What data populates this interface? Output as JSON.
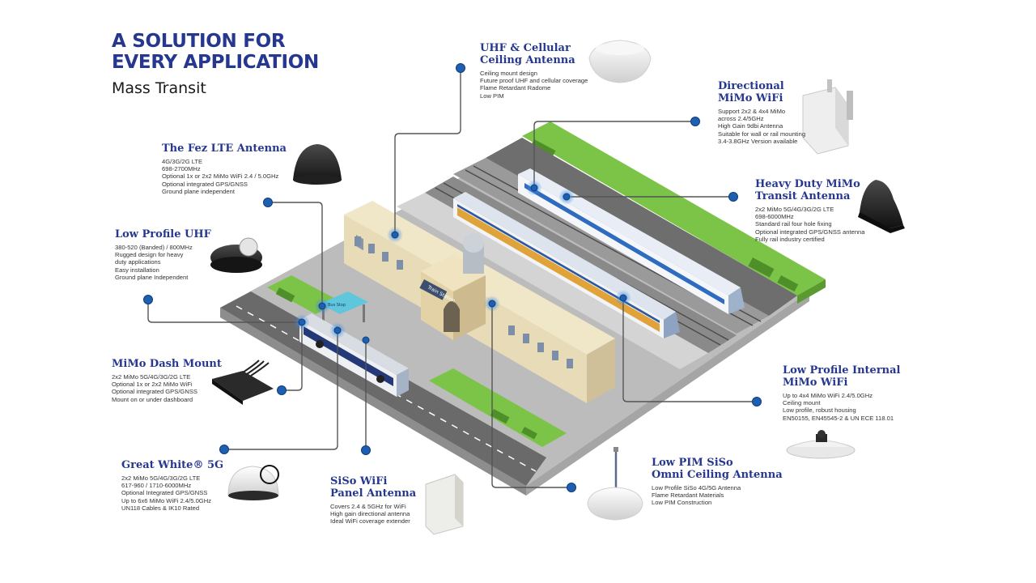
{
  "title_line1": "A SOLUTION FOR",
  "title_line2": "EVERY APPLICATION",
  "subtitle": "Mass Transit",
  "station_sign": "Train Station",
  "bus_sign": "Bus Stop",
  "colors": {
    "brand_blue": "#25378f",
    "dot_blue": "#1f5fb0",
    "grass": "#7cc447",
    "road": "#6e6e6e",
    "platform": "#c8c8c8",
    "building": "#e8dbb8"
  },
  "callouts": [
    {
      "id": "uhf-cellular-ceiling",
      "title": [
        "UHF & Cellular",
        "Ceiling Antenna"
      ],
      "specs": [
        "Ceiling mount design",
        "Future proof UHF and cellular coverage",
        "Flame Retardant Radome",
        "Low PIM"
      ]
    },
    {
      "id": "directional-mimo-wifi",
      "title": [
        "Directional",
        "MiMo WiFi"
      ],
      "specs": [
        "Support 2x2 & 4x4 MiMo",
        "across 2.4/5GHz",
        "High Gain 9dbi Antenna",
        "Suitable for wall or rail mounting",
        "3.4-3.8GHz Version available"
      ]
    },
    {
      "id": "fez-lte",
      "title": [
        "The Fez LTE Antenna"
      ],
      "specs": [
        "4G/3G/2G LTE",
        "698-2700MHz",
        "Optional 1x or 2x2 MiMo WiFi 2.4 / 5.0GHz",
        "Optional integrated GPS/GNSS",
        "Ground plane independent"
      ]
    },
    {
      "id": "heavy-duty-mimo-transit",
      "title": [
        "Heavy Duty MiMo",
        "Transit Antenna"
      ],
      "specs": [
        "2x2 MiMo 5G/4G/3G/2G LTE",
        "698-6000MHz",
        "Standard rail four hole fixing",
        "Optional integrated GPS/GNSS antenna",
        "Fully rail industry certified"
      ]
    },
    {
      "id": "low-profile-uhf",
      "title": [
        "Low Profile UHF"
      ],
      "specs": [
        "380-520 (Banded) / 800MHz",
        "Rugged design for heavy",
        "duty applications",
        "Easy installation",
        "Ground plane Independent"
      ]
    },
    {
      "id": "mimo-dash-mount",
      "title": [
        "MiMo Dash Mount"
      ],
      "specs": [
        "2x2 MiMo 5G/4G/3G/2G LTE",
        "Optional 1x or 2x2 MiMo WiFi",
        "Optional integrated GPS/GNSS",
        "Mount on or under dashboard"
      ]
    },
    {
      "id": "low-profile-internal-mimo",
      "title": [
        "Low Profile Internal",
        "MiMo WiFi"
      ],
      "specs": [
        "Up to 4x4 MiMo WiFi 2.4/5.0GHz",
        "Ceiling mount",
        "Low profile, robust housing",
        "EN50155, EN45545-2 & UN ECE 118.01"
      ]
    },
    {
      "id": "great-white-5g",
      "title": [
        "Great White® 5G"
      ],
      "specs": [
        "2x2 MiMo 5G/4G/3G/2G LTE",
        "617-960 / 1710-6000MHz",
        "Optional Integrated GPS/GNSS",
        "Up to 6x6 MiMo WiFi 2.4/5.0GHz",
        "UN118 Cables & IK10 Rated"
      ]
    },
    {
      "id": "siso-wifi-panel",
      "title": [
        "SiSo WiFi",
        "Panel Antenna"
      ],
      "specs": [
        "Covers 2.4 & 5GHz for WiFi",
        "High gain directional antenna",
        "Ideal WiFi coverage extender"
      ]
    },
    {
      "id": "low-pim-siso-omni",
      "title": [
        "Low PIM SiSo",
        "Omni Ceiling Antenna"
      ],
      "specs": [
        "Low Profile SiSo 4G/5G Antenna",
        "Flame Retardant Materials",
        "Low PIM Construction"
      ]
    }
  ]
}
